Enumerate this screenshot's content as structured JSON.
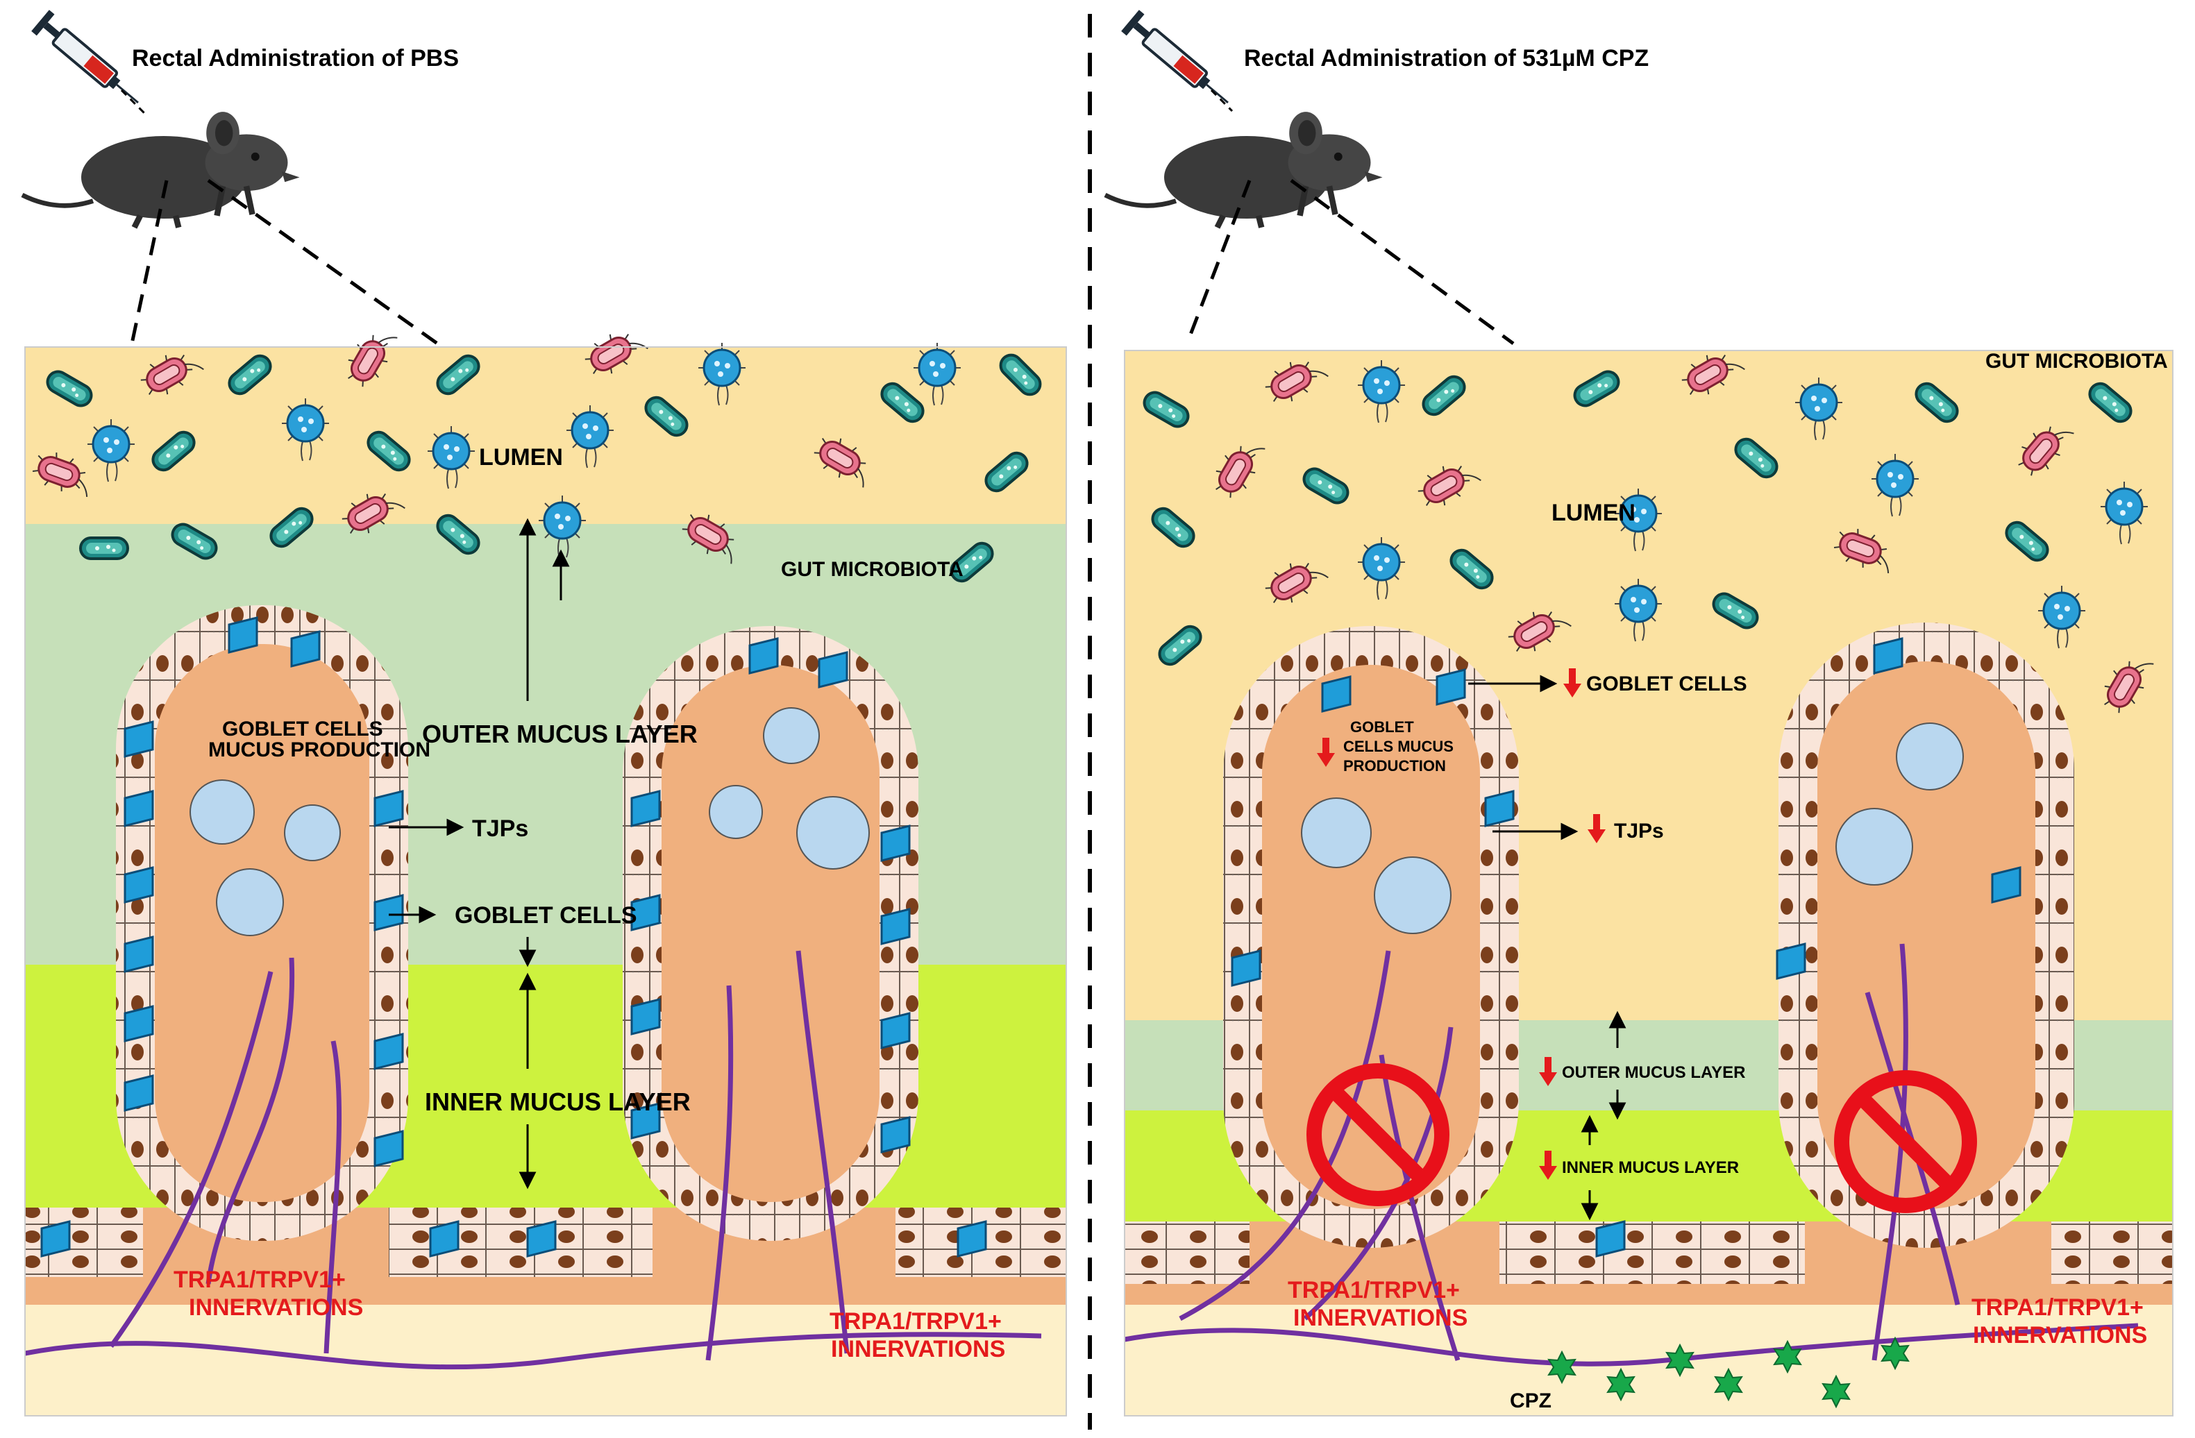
{
  "left_panel": {
    "administration": "Rectal Administration of PBS",
    "lumen": "LUMEN",
    "microbiota": "GUT MICROBIOTA",
    "goblet_production_line1": "GOBLET CELLS",
    "goblet_production_line2": "MUCUS PRODUCTION",
    "outer_mucus": "OUTER MUCUS LAYER",
    "tjps": "TJPs",
    "goblet_cells": "GOBLET CELLS",
    "inner_mucus": "INNER MUCUS LAYER",
    "innervation1_line1": "TRPA1/TRPV1+",
    "innervation1_line2": "INNERVATIONS",
    "innervation2_line1": "TRPA1/TRPV1+",
    "innervation2_line2": "INNERVATIONS"
  },
  "right_panel": {
    "administration": "Rectal Administration of 531µM CPZ",
    "lumen": "LUMEN",
    "microbiota": "GUT MICROBIOTA",
    "goblet_production_line1": "GOBLET",
    "goblet_production_line2": "CELLS MUCUS",
    "goblet_production_line3": "PRODUCTION",
    "goblet_cells": "GOBLET CELLS",
    "tjps": "TJPs",
    "outer_mucus": "OUTER MUCUS LAYER",
    "inner_mucus": "INNER MUCUS LAYER",
    "innervation1_line1": "TRPA1/TRPV1+",
    "innervation1_line2": "INNERVATIONS",
    "innervation2_line1": "TRPA1/TRPV1+",
    "innervation2_line2": "INNERVATIONS",
    "drug": "CPZ"
  },
  "colors": {
    "lumen": "#fbe2a2",
    "outer_mucus": "#c6e0b9",
    "inner_mucus": "#cdf23e",
    "tissue": "#f0b07e",
    "submucosa": "#fdf0c9",
    "nerve": "#7030a0",
    "goblet": "#1f9dd9",
    "down_arrow": "#e41a1c",
    "cpz": "#18a84a",
    "prohibit": "#e8101a"
  },
  "icons": [
    "syringe-icon",
    "mouse-icon",
    "bacterium-icon",
    "down-arrow-icon",
    "prohibition-icon",
    "star-icon"
  ]
}
